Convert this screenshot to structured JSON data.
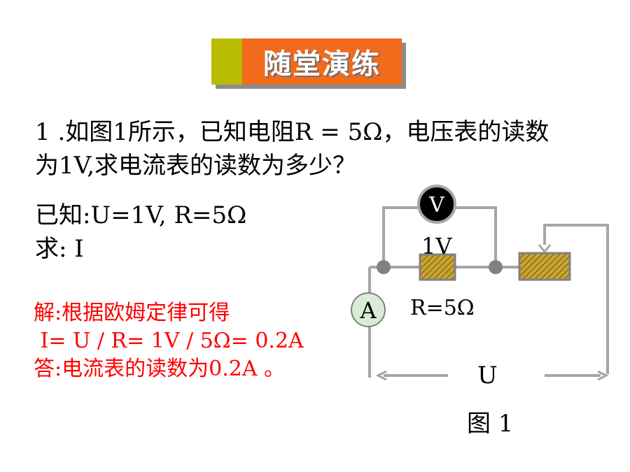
{
  "banner": {
    "title": "随堂演练"
  },
  "question": {
    "line1": "1 .如图1所示，已知电阻R = 5Ω，电压表的读数",
    "line2": "为1V,求电流表的读数为多少？"
  },
  "given": {
    "line1": "已知:U=1V,   R=5Ω",
    "line2": "求: I"
  },
  "solution": {
    "line1": "解:根据欧姆定律可得",
    "line2": " I= U / R= 1V / 5Ω= 0.2A",
    "line3": "答:电流表的读数为0.2A 。"
  },
  "circuit": {
    "voltmeter_label": "V",
    "ammeter_label": "A",
    "voltage_reading": "1V",
    "resistor_label": "R=5Ω",
    "source_label": "U",
    "colors": {
      "wire": "#a6a6a6",
      "resistor_fill": "#c8a531",
      "voltmeter_fill": "#000000",
      "ammeter_fill": "#d8ecd6"
    }
  },
  "figure": {
    "caption": "图 1"
  }
}
